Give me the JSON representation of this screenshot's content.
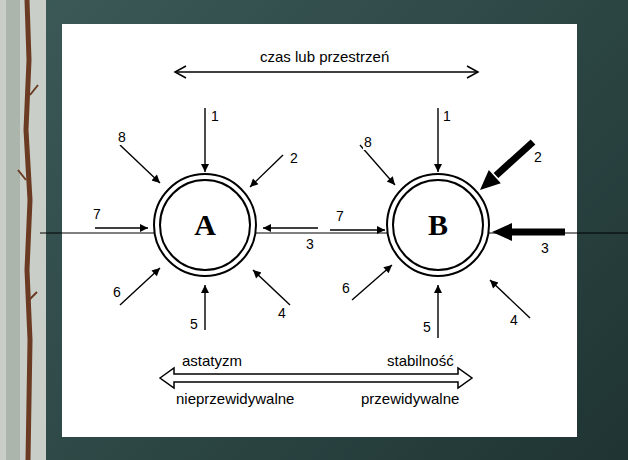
{
  "diagram": {
    "nodes": [
      {
        "text": [
          "A"
        ]
      },
      {
        "text": [
          "B"
        ]
      }
    ],
    "labels": [
      "czas lub przestrzeń",
      "1",
      "2",
      "3",
      "4",
      "5",
      "6",
      "7",
      "8",
      "1",
      "2",
      "3",
      "4",
      "5",
      "6",
      "7",
      "8",
      "astatyzm",
      "stabilność",
      "nieprzewidywalne",
      "przewidywalne"
    ]
  }
}
